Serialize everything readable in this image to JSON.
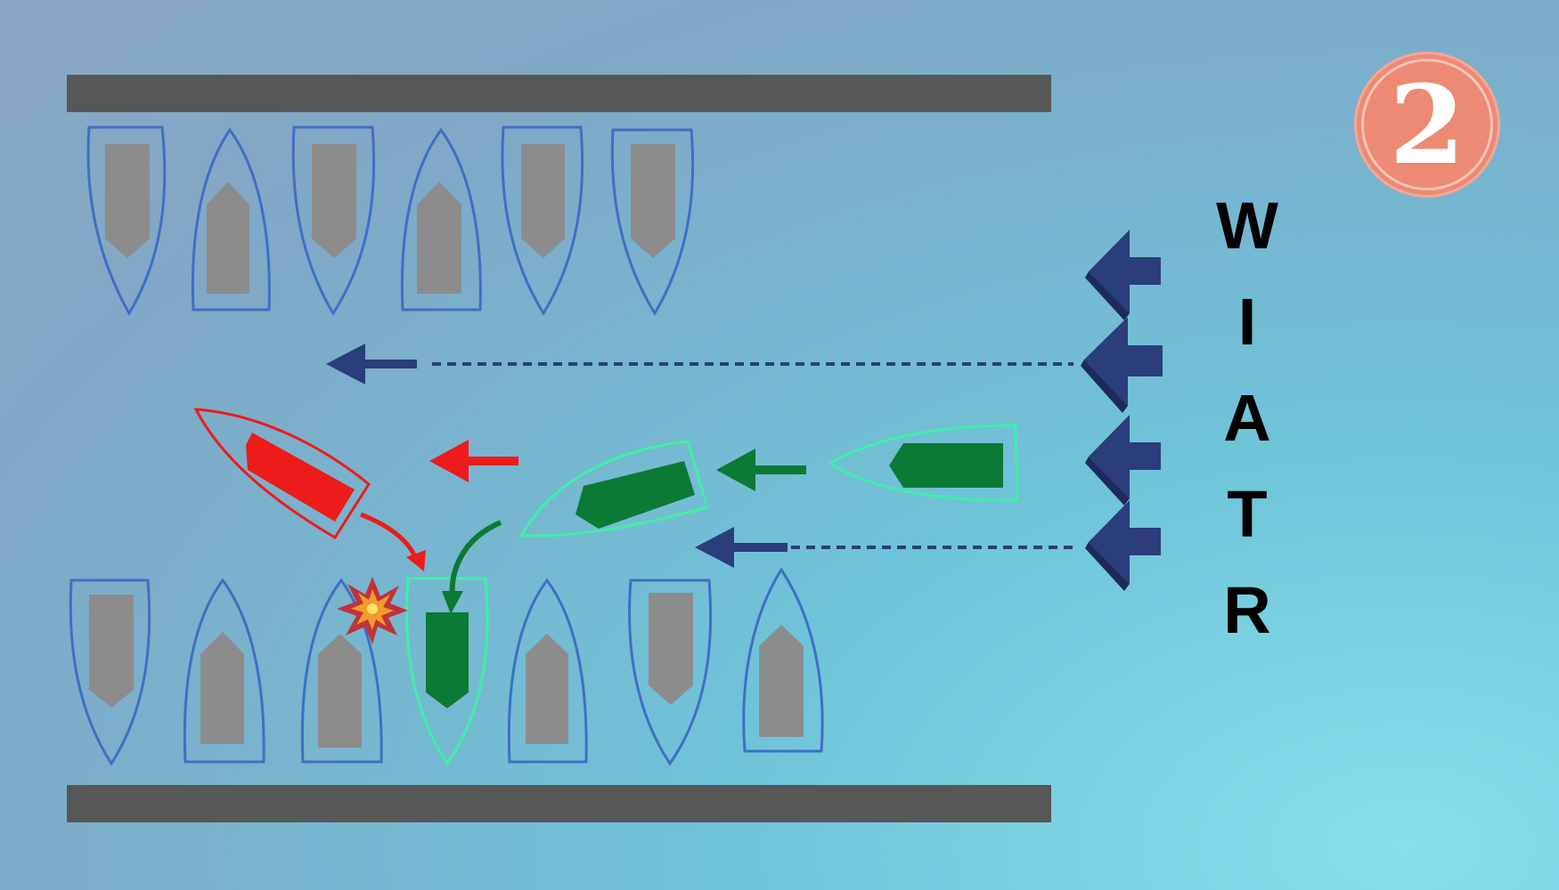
{
  "step_number": "2",
  "wind_label": [
    "W",
    "I",
    "A",
    "T",
    "R"
  ],
  "colors": {
    "pier": "#575757",
    "moored_boat_outline": "#3f6fc4",
    "moored_boat_deck": "#8c8c8c",
    "wind_arrow": "#2b3d7a",
    "maneuvering_boat_fill": "#0b7a34",
    "maneuvering_boat_outline": "#3ff0a6",
    "drifting_boat_fill": "#ee1b1b",
    "drifting_boat_outline": "#ee1b1b",
    "step_badge": "#ec8a74"
  },
  "icons": [
    "wind-arrow-icon",
    "collision-icon",
    "boat-icon"
  ]
}
